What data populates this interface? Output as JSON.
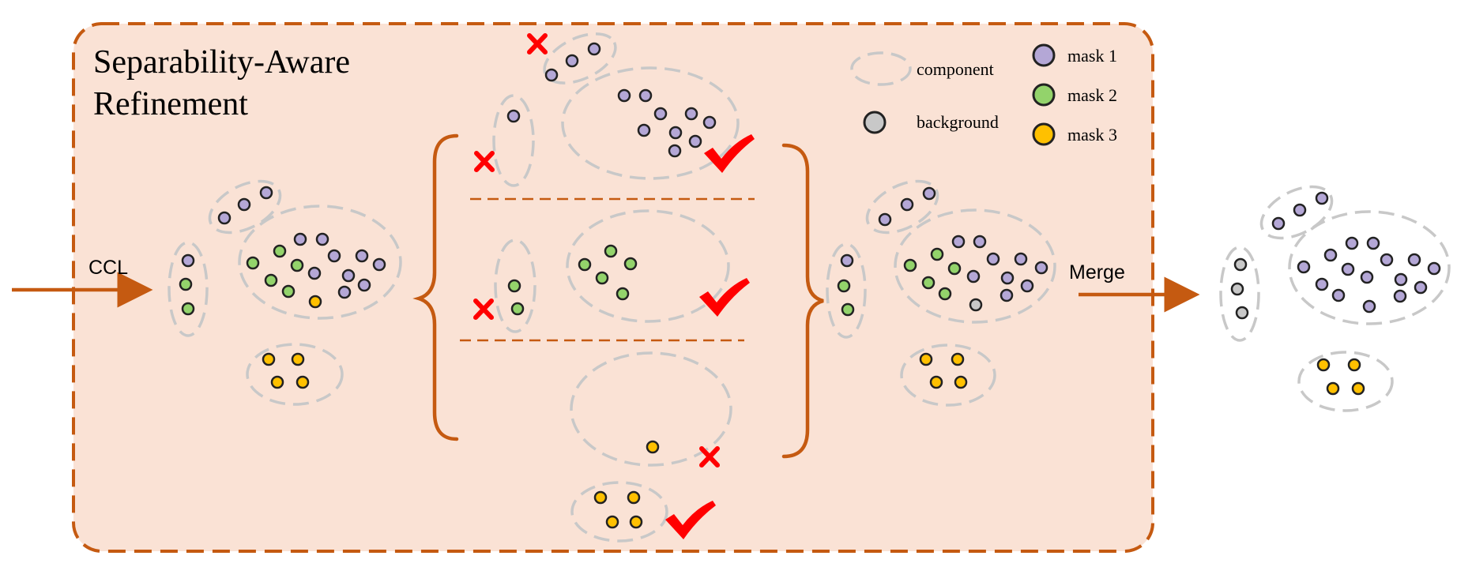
{
  "title": {
    "line1": "Separability-Aware",
    "line2": "Refinement"
  },
  "legend": {
    "component": "component",
    "background": "background",
    "mask1": "mask 1",
    "mask2": "mask 2",
    "mask3": "mask 3"
  },
  "labels": {
    "ccl": "CCL",
    "merge": "Merge"
  },
  "colors": {
    "panel_fill": "#fae2d5",
    "panel_border": "#c55a11",
    "arrow": "#c55a11",
    "mask1": "#b4a7d6",
    "mask2": "#93d36b",
    "mask3": "#ffc000",
    "background_point": "#c8c8c8",
    "component_outline": "#c8c8c8",
    "check": "#ff0000",
    "cross": "#ff0000"
  }
}
